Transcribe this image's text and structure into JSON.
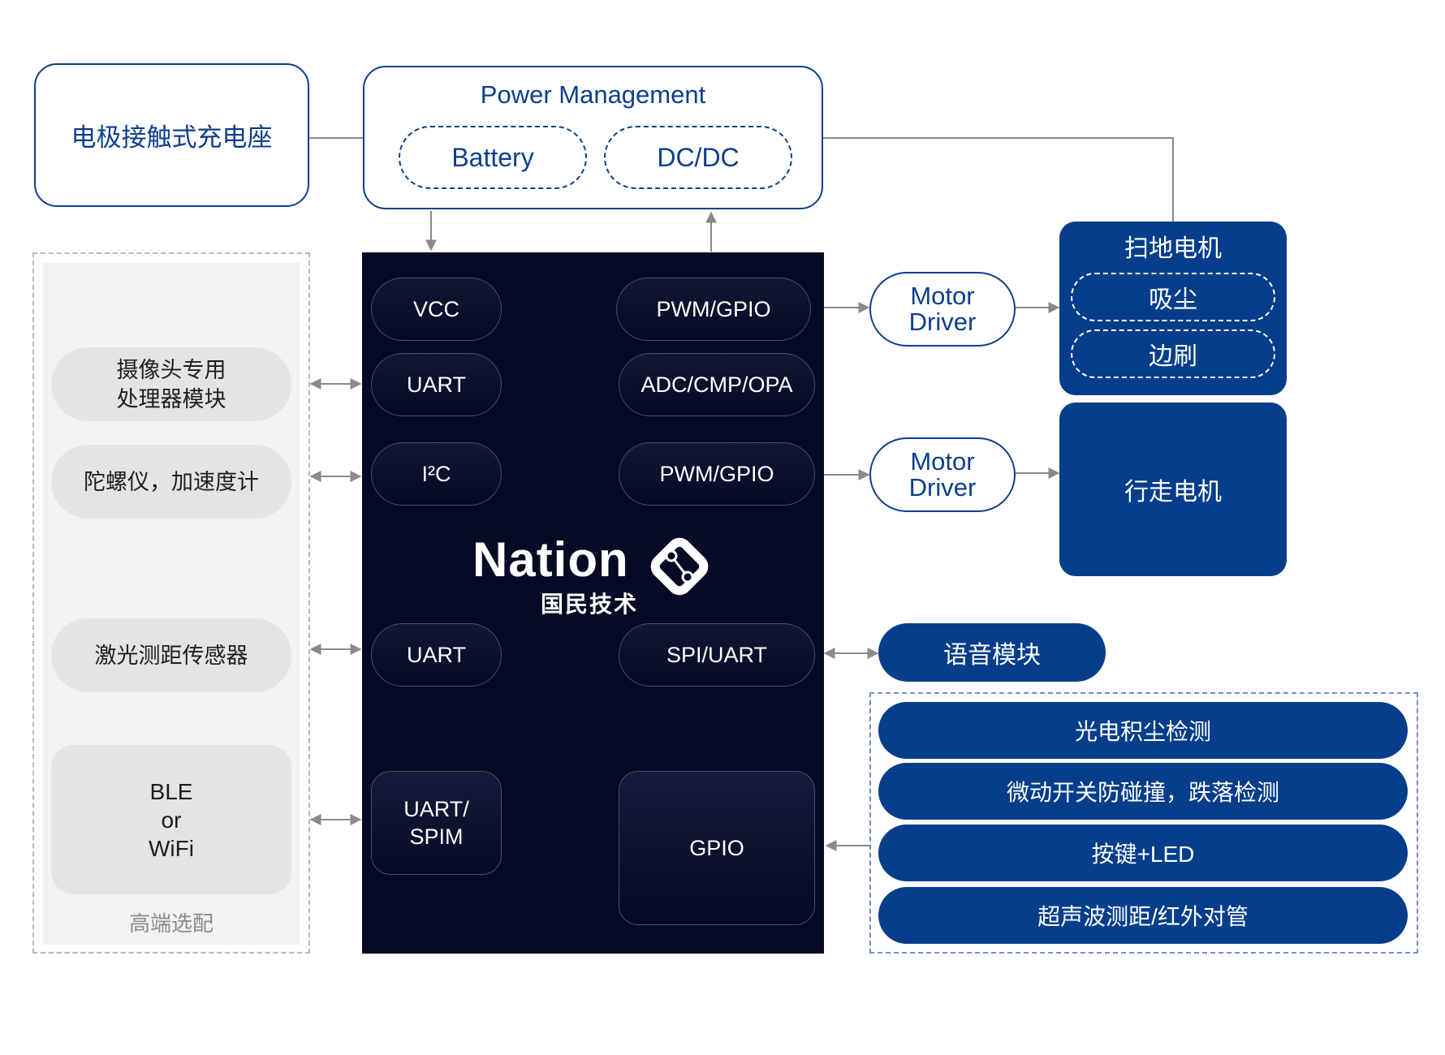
{
  "charging_dock": {
    "label": "电极接触式充电座"
  },
  "power": {
    "title": "Power Management",
    "battery": "Battery",
    "dcdc": "DC/DC"
  },
  "left_panel": {
    "items": [
      {
        "label": "摄像头专用\n处理器模块"
      },
      {
        "label": "陀螺仪，加速度计"
      },
      {
        "label": "激光测距传感器"
      },
      {
        "label": "BLE\nor\nWiFi"
      }
    ],
    "caption": "高端选配"
  },
  "mcu": {
    "brand": "Nation",
    "brand_cn": "国民技术",
    "left_ports": [
      "VCC",
      "UART",
      "I²C",
      "UART",
      "UART/\nSPIM"
    ],
    "right_ports": [
      "PWM/GPIO",
      "ADC/CMP/OPA",
      "PWM/GPIO",
      "SPI/UART",
      "GPIO"
    ]
  },
  "motor_driver_1": "Motor\nDriver",
  "motor_driver_2": "Motor\nDriver",
  "sweep_motor": {
    "title": "扫地电机",
    "items": [
      "吸尘",
      "边刷"
    ]
  },
  "walk_motor": "行走电机",
  "voice_module": "语音模块",
  "sensors": [
    "光电积尘检测",
    "微动开关防碰撞，跌落检测",
    "按键+LED",
    "超声波测距/红外对管"
  ]
}
